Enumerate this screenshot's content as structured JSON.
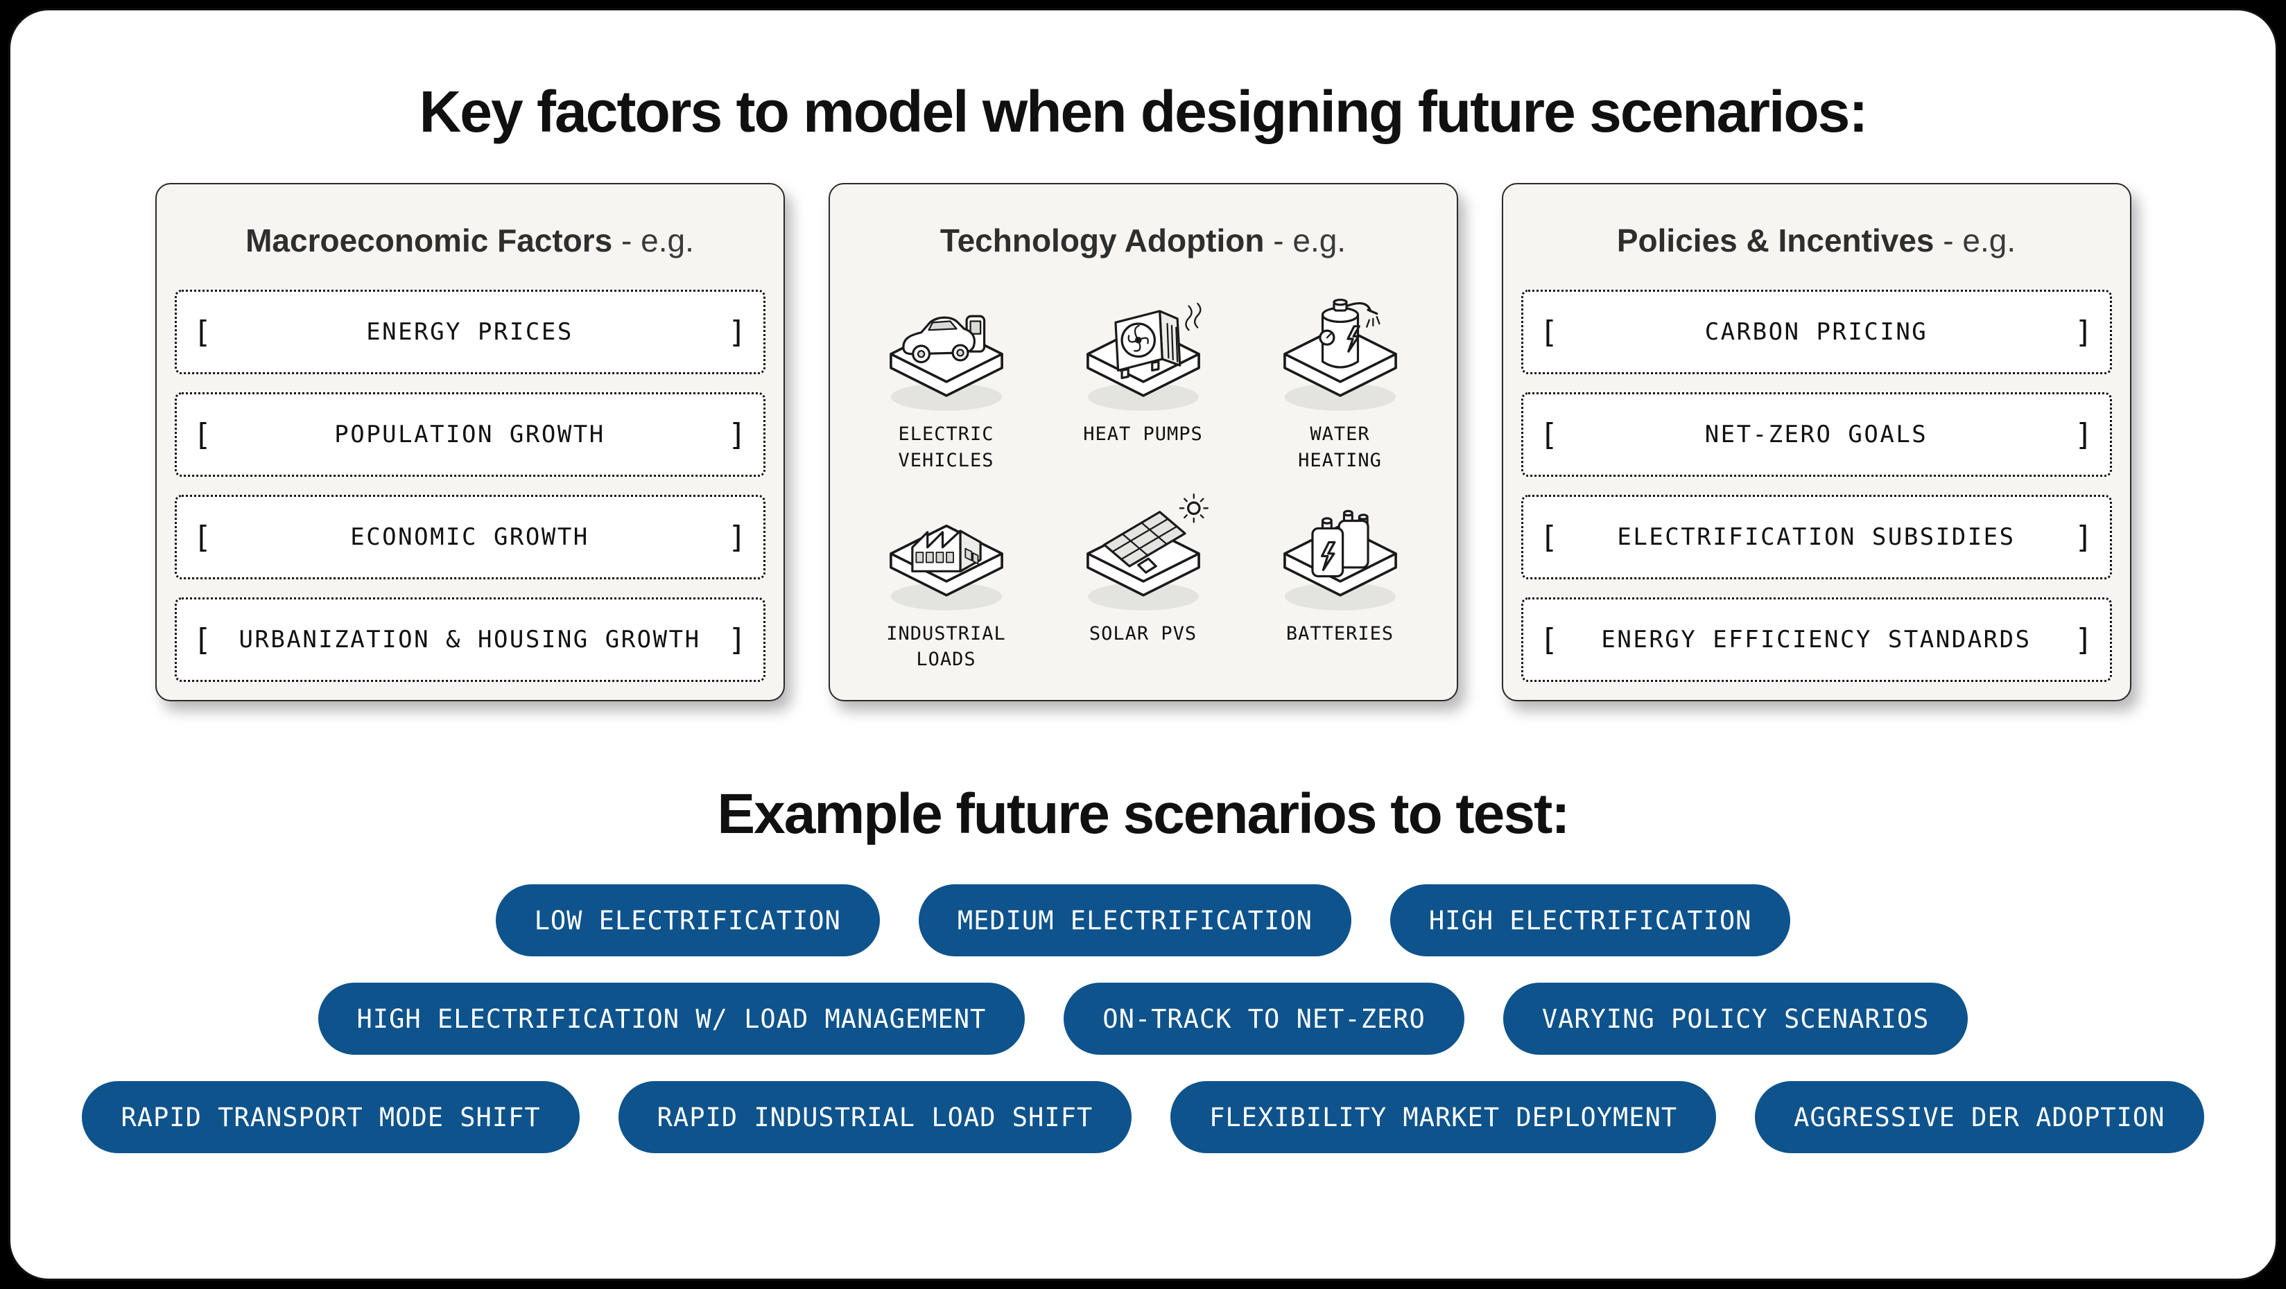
{
  "title": "Key factors to model when designing future scenarios:",
  "ui": {
    "bracket_open": "[",
    "bracket_close": "]"
  },
  "colors": {
    "background": "#000000",
    "card": "#ffffff",
    "panel_bg": "#f6f5f2",
    "pill_blue": "#0e538c",
    "pill_text": "#ffffff",
    "ink": "#111111"
  },
  "panels": [
    {
      "title_bold": "Macroeconomic Factors",
      "title_suffix": " - e.g.",
      "items": [
        "ENERGY PRICES",
        "POPULATION GROWTH",
        "ECONOMIC GROWTH",
        "URBANIZATION & HOUSING GROWTH"
      ]
    },
    {
      "title_bold": "Technology Adoption",
      "title_suffix": " - e.g.",
      "icons": [
        {
          "icon": "electric-vehicles-icon",
          "label": "ELECTRIC\nVEHICLES"
        },
        {
          "icon": "heat-pumps-icon",
          "label": "HEAT PUMPS"
        },
        {
          "icon": "water-heating-icon",
          "label": "WATER\nHEATING"
        },
        {
          "icon": "industrial-loads-icon",
          "label": "INDUSTRIAL\nLOADS"
        },
        {
          "icon": "solar-pvs-icon",
          "label": "SOLAR PVS"
        },
        {
          "icon": "batteries-icon",
          "label": "BATTERIES"
        }
      ]
    },
    {
      "title_bold": "Policies & Incentives",
      "title_suffix": " - e.g.",
      "items": [
        "CARBON PRICING",
        "NET-ZERO GOALS",
        "ELECTRIFICATION SUBSIDIES",
        "ENERGY EFFICIENCY STANDARDS"
      ]
    }
  ],
  "scenarios": {
    "title": "Example future scenarios to test:",
    "rows": [
      [
        "LOW ELECTRIFICATION",
        "MEDIUM ELECTRIFICATION",
        "HIGH ELECTRIFICATION"
      ],
      [
        "HIGH ELECTRIFICATION W/ LOAD MANAGEMENT",
        "ON-TRACK TO NET-ZERO",
        "VARYING POLICY SCENARIOS"
      ],
      [
        "RAPID TRANSPORT MODE SHIFT",
        "RAPID INDUSTRIAL LOAD SHIFT",
        "FLEXIBILITY MARKET DEPLOYMENT",
        "AGGRESSIVE DER ADOPTION"
      ]
    ]
  }
}
